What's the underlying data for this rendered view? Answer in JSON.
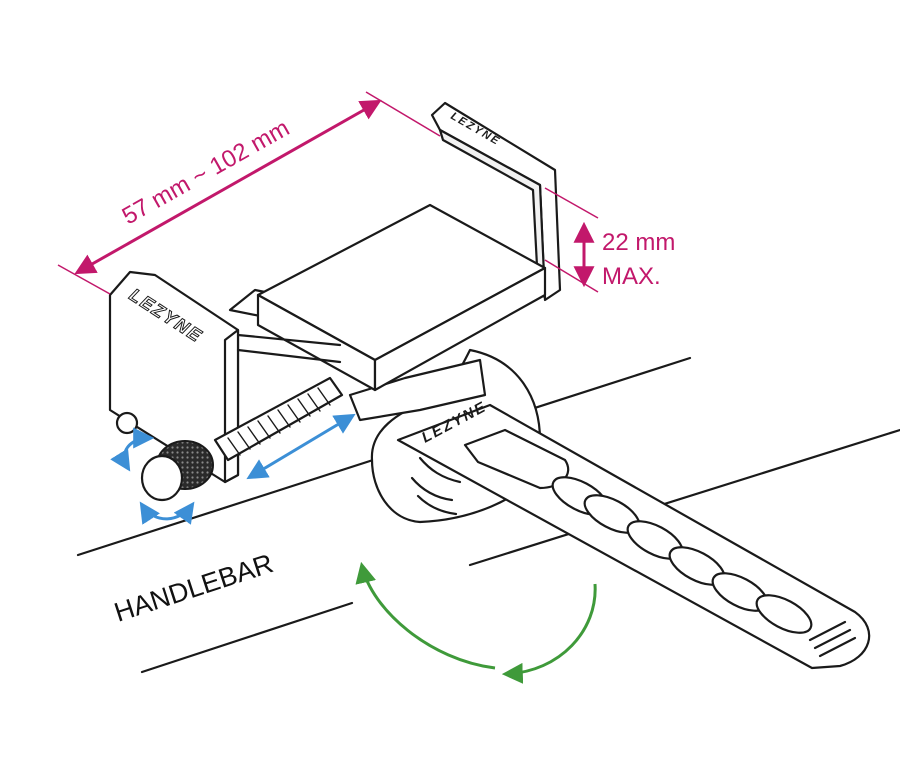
{
  "labels": {
    "width_range": "57 mm ~ 102 mm",
    "depth_value": "22 mm",
    "depth_note": "MAX.",
    "handlebar": "HANDLEBAR"
  },
  "brand": {
    "logo_text": "LEZYNE"
  },
  "colors": {
    "dimension": "#c2186b",
    "adjust_arrow": "#3c8fd6",
    "rotate_arrow": "#3f9a3a",
    "outline": "#1a1a1a"
  }
}
